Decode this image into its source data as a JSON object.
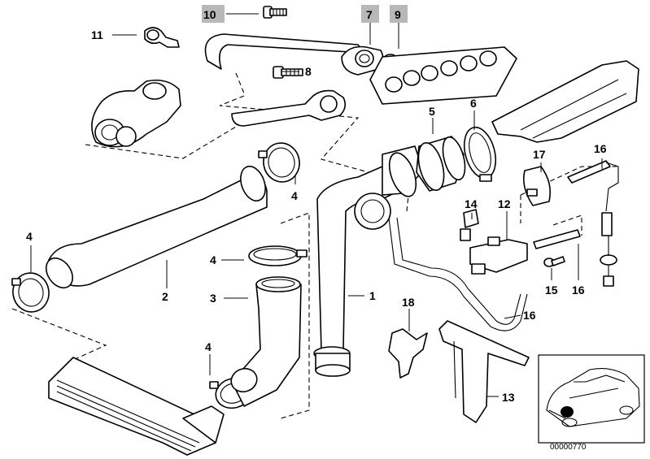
{
  "diagram": {
    "highlighted_callouts": [
      "10",
      "7",
      "9"
    ],
    "callouts": {
      "c1": "1",
      "c2": "2",
      "c3": "3",
      "c4a": "4",
      "c4b": "4",
      "c4c": "4",
      "c4d": "4",
      "c5": "5",
      "c6": "6",
      "c7": "7",
      "c8": "8",
      "c9": "9",
      "c10": "10",
      "c11": "11",
      "c12": "12",
      "c13": "13",
      "c14": "14",
      "c15": "15",
      "c16a": "16",
      "c16b": "16",
      "c16c": "16",
      "c17": "17",
      "c18": "18"
    },
    "inset": {
      "image_id": "00000770"
    },
    "colors": {
      "line": "#000000",
      "highlight": "#b8b8b8",
      "background": "#ffffff"
    }
  }
}
